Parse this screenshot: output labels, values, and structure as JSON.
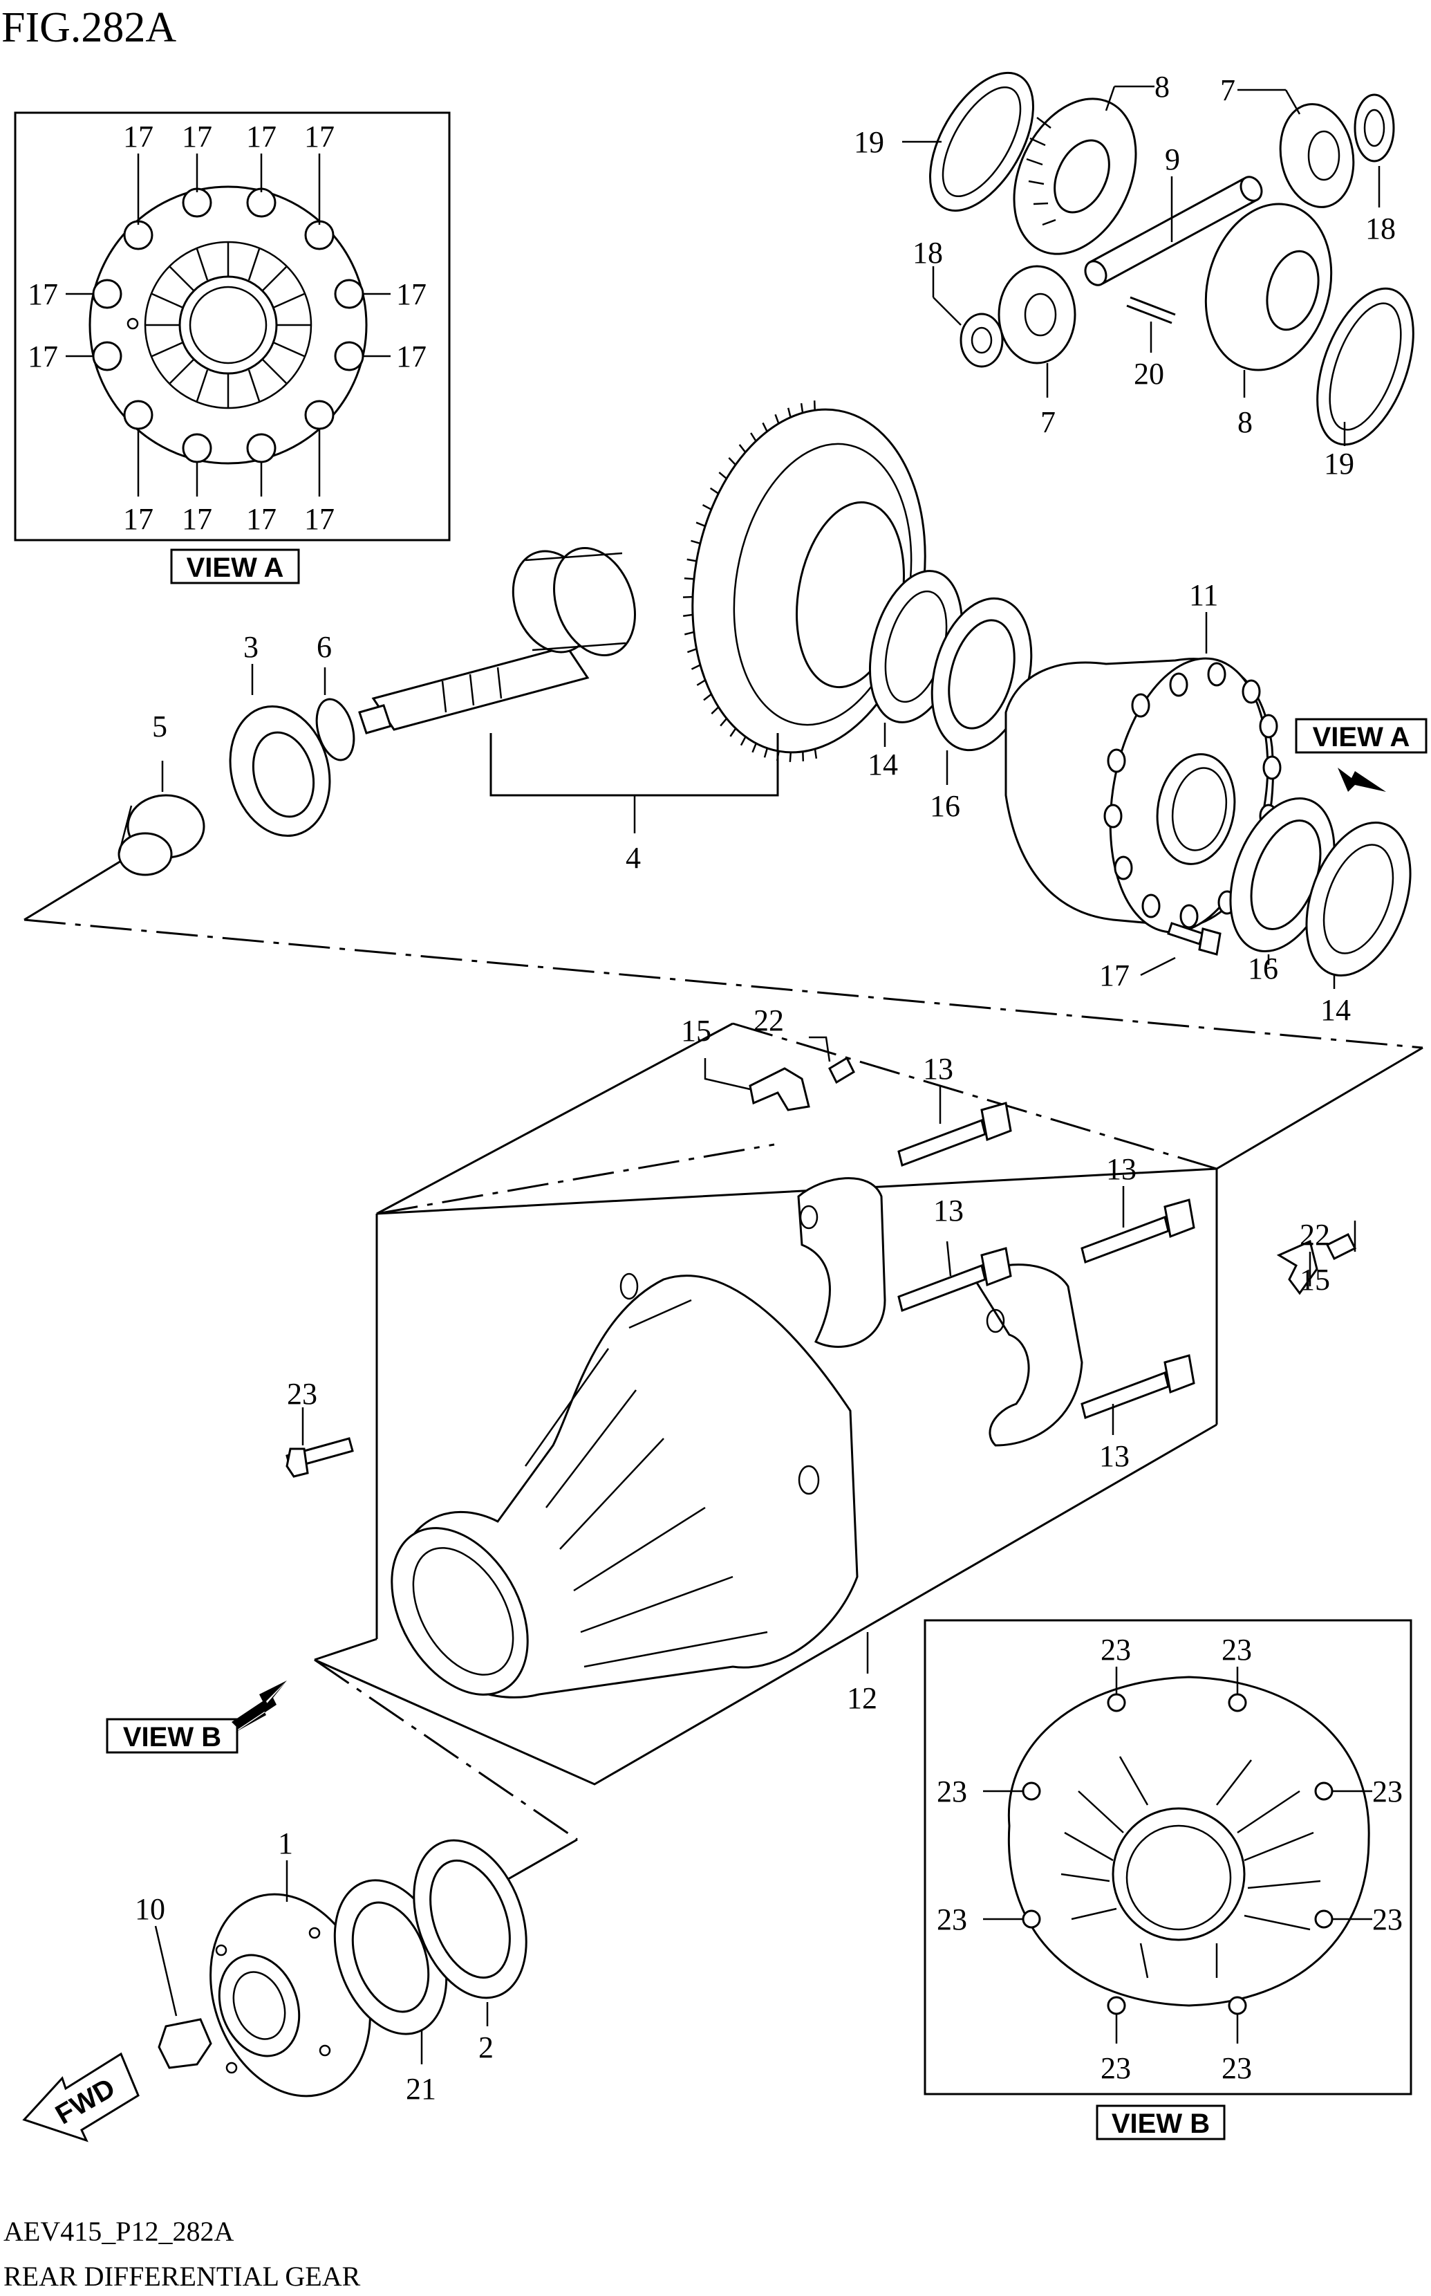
{
  "figure": {
    "title": "FIG.282A"
  },
  "footer": {
    "code": "AEV415_P12_282A",
    "name": "REAR DIFFERENTIAL GEAR"
  },
  "views": {
    "view_a_label": "VIEW A",
    "view_b_label": "VIEW B",
    "fwd_label": "FWD"
  },
  "callouts": {
    "c1": "1",
    "c2": "2",
    "c3": "3",
    "c4": "4",
    "c5": "5",
    "c6": "6",
    "c7a": "7",
    "c7b": "7",
    "c8a": "8",
    "c8b": "8",
    "c9": "9",
    "c10": "10",
    "c11": "11",
    "c12": "12",
    "c13a": "13",
    "c13b": "13",
    "c13c": "13",
    "c13d": "13",
    "c14a": "14",
    "c14b": "14",
    "c15a": "15",
    "c15b": "15",
    "c16a": "16",
    "c16b": "16",
    "c17": "17",
    "c18a": "18",
    "c18b": "18",
    "c19a": "19",
    "c19b": "19",
    "c20": "20",
    "c21": "21",
    "c22a": "22",
    "c22b": "22",
    "c23": "23"
  },
  "view_a_bolt_label": "17",
  "view_b_bolt_label": "23"
}
